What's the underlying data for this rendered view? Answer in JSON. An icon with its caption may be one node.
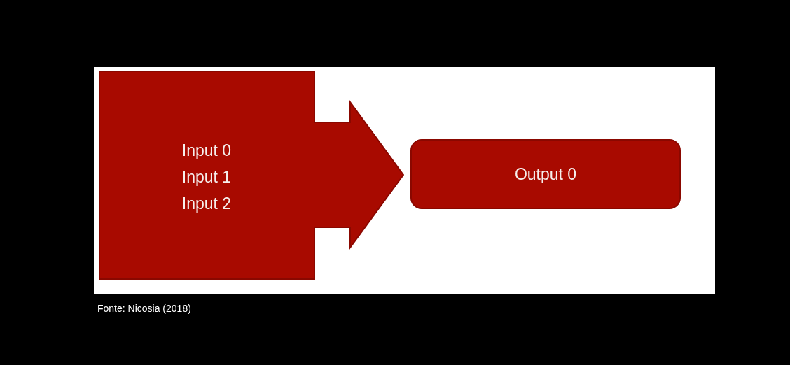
{
  "diagram": {
    "caption": "Fonte: Nicosia (2018)",
    "nodes": [
      {
        "text": [
          "Input 0",
          "Input 1",
          "Input 2"
        ]
      },
      {
        "text": [
          "Output 0"
        ]
      }
    ]
  }
}
